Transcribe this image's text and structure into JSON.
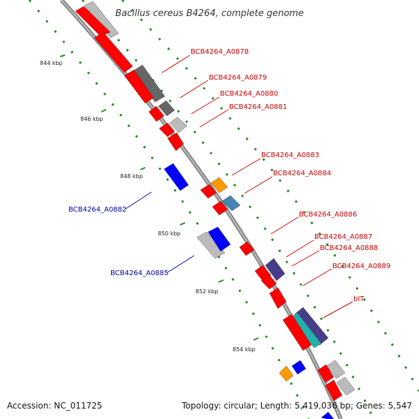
{
  "title": "Bacillus cereus B4264, complete genome",
  "ticks": [
    {
      "label": "844 kbp"
    },
    {
      "label": "846 kbp"
    },
    {
      "label": "848 kbp"
    },
    {
      "label": "850 kbp"
    },
    {
      "label": "852 kbp"
    },
    {
      "label": "854 kbp"
    }
  ],
  "genes": [
    {
      "label": "BCB4264_A0878",
      "strand": "forward",
      "color": "#cc0000"
    },
    {
      "label": "BCB4264_A0879",
      "strand": "forward",
      "color": "#cc0000"
    },
    {
      "label": "BCB4264_A0880",
      "strand": "forward",
      "color": "#cc0000"
    },
    {
      "label": "BCB4264_A0881",
      "strand": "forward",
      "color": "#cc0000"
    },
    {
      "label": "BCB4264_A0883",
      "strand": "forward",
      "color": "#cc0000"
    },
    {
      "label": "BCB4264_A0884",
      "strand": "forward",
      "color": "#cc0000"
    },
    {
      "label": "BCB4264_A0882",
      "strand": "reverse",
      "color": "#0000aa"
    },
    {
      "label": "BCB4264_A0886",
      "strand": "forward",
      "color": "#cc0000"
    },
    {
      "label": "BCB4264_A0887",
      "strand": "forward",
      "color": "#cc0000"
    },
    {
      "label": "BCB4264_A0888",
      "strand": "forward",
      "color": "#cc0000"
    },
    {
      "label": "BCB4264_A0885",
      "strand": "reverse",
      "color": "#0000aa"
    },
    {
      "label": "BCB4264_A0889",
      "strand": "forward",
      "color": "#cc0000"
    },
    {
      "label": "bIT",
      "strand": "forward",
      "color": "#cc0000"
    }
  ],
  "colors": {
    "backbone": "#888888",
    "forward_gene": "#ff0000",
    "reverse_gene": "#0000ff",
    "gray_gene": "#bbbbbb",
    "dark_gray_gene": "#666666",
    "orange_gene": "#ff9900",
    "steelblue_gene": "#4682b4",
    "purple_gene": "#483d8b",
    "cyan_gene": "#20b2aa",
    "tick_color": "#228b22"
  },
  "footer": {
    "accession": "Accession: NC_011725",
    "topology": "Topology: circular; Length: 5,419,036 bp; Genes: 5,547"
  }
}
